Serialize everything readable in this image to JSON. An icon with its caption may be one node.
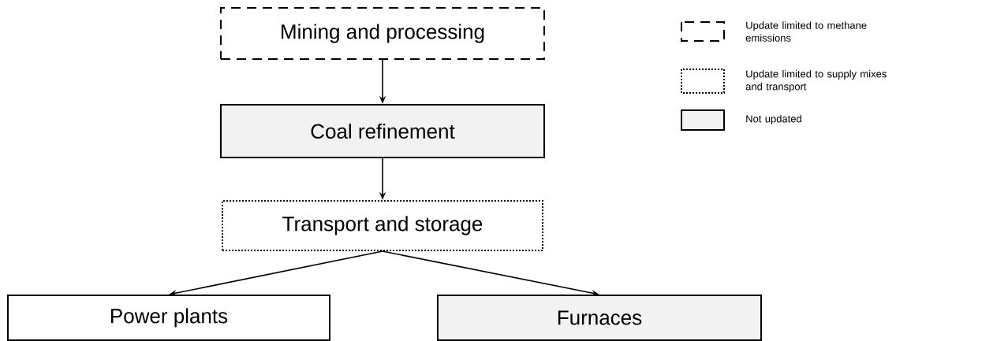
{
  "diagram": {
    "nodes": [
      {
        "text": [
          "Mining and processing"
        ]
      },
      {
        "text": [
          "Coal refinement"
        ]
      },
      {
        "text": [
          "Transport and storage"
        ]
      },
      {
        "text": [
          "Power plants"
        ]
      },
      {
        "text": [
          "Furnaces"
        ]
      }
    ],
    "edges": [
      {
        "from": 0,
        "to": 1,
        "arrow": "to"
      },
      {
        "from": 1,
        "to": 2,
        "arrow": "to"
      },
      {
        "from": 2,
        "to": 3,
        "arrow": "to"
      },
      {
        "from": 2,
        "to": 4,
        "arrow": "to"
      }
    ],
    "legend": [
      {
        "text": "Update limited to methane emissions"
      },
      {
        "text": "Update limited to supply mixes and transport"
      },
      {
        "text": "Not updated"
      }
    ]
  }
}
